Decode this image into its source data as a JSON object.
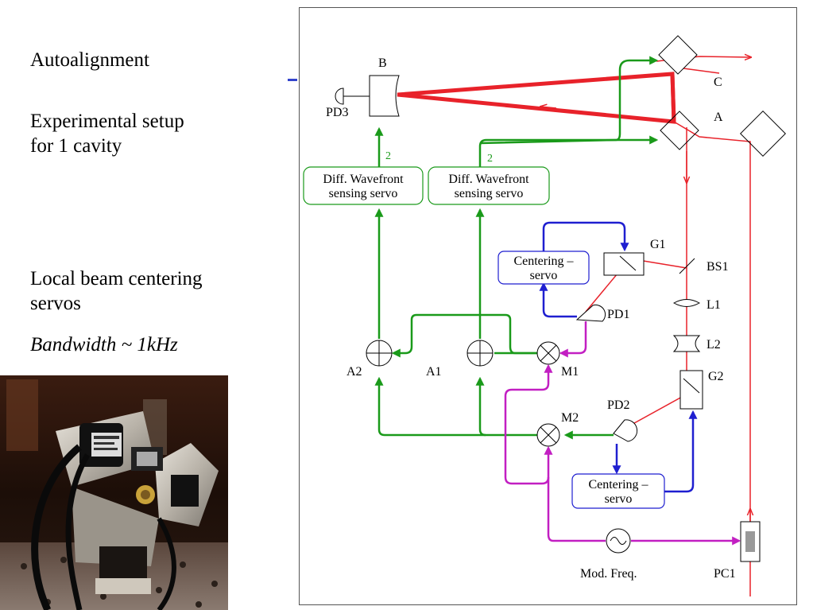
{
  "slide": {
    "title": "Autoalignment",
    "setup_line1": "Experimental setup",
    "setup_line2": "for 1 cavity",
    "local_line1": "Local beam centering",
    "local_line2": "servos",
    "bandwidth": "Bandwidth ~ 1kHz"
  },
  "diagram": {
    "labels": {
      "B": "B",
      "C": "C",
      "A": "A",
      "PD3": "PD3",
      "G1": "G1",
      "G2": "G2",
      "BS1": "BS1",
      "L1": "L1",
      "L2": "L2",
      "PD1": "PD1",
      "PD2": "PD2",
      "M1": "M1",
      "M2": "M2",
      "A1": "A1",
      "A2": "A2",
      "mod_freq": "Mod. Freq.",
      "PC1": "PC1",
      "num_left": "2",
      "num_right": "2"
    },
    "dws_left": {
      "line1": "Diff. Wavefront",
      "line2": "sensing servo"
    },
    "dws_right": {
      "line1": "Diff. Wavefront",
      "line2": "sensing servo"
    },
    "centering_1": {
      "line1": "Centering –",
      "line2": "servo"
    },
    "centering_2": {
      "line1": "Centering –",
      "line2": "servo"
    }
  },
  "colors": {
    "laser": "#e8222a",
    "alignment_signal": "#1a9a1a",
    "centering_signal": "#1f1fd0",
    "modulation_signal": "#c21fc2"
  }
}
